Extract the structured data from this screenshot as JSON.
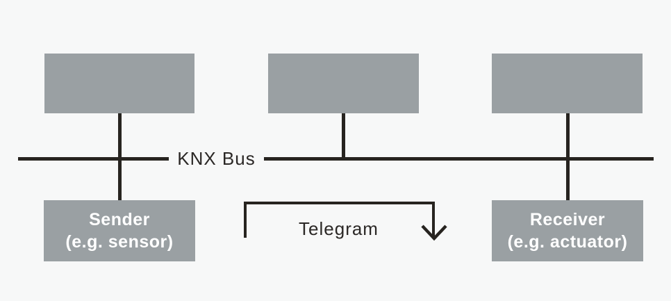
{
  "colors": {
    "background": "#f7f8f8",
    "box_fill": "#9aa0a3",
    "line": "#272420",
    "label_text": "#2b2826",
    "box_text": "#ffffff"
  },
  "bus": {
    "label": "KNX Bus"
  },
  "sender": {
    "line1": "Sender",
    "line2": "(e.g. sensor)"
  },
  "receiver": {
    "line1": "Receiver",
    "line2": "(e.g. actuator)"
  },
  "telegram": {
    "label": "Telegram",
    "icon": "arrow-down-icon"
  }
}
